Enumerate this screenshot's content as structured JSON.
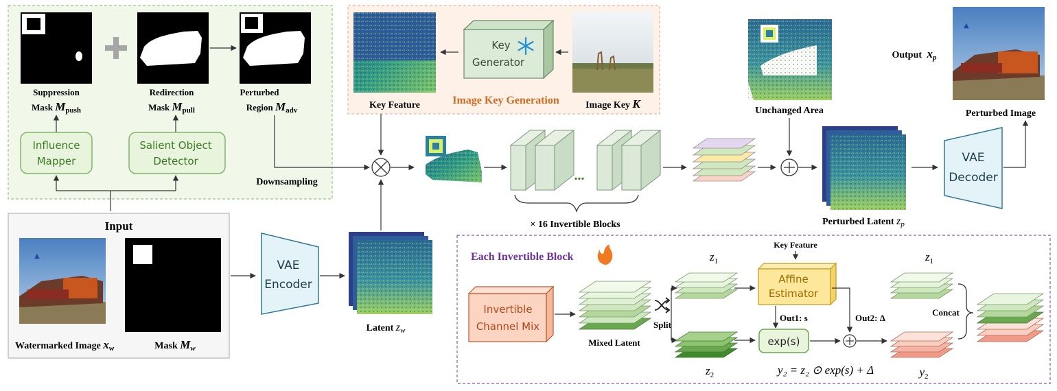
{
  "colors": {
    "green_box_border": "#7fb46a",
    "green_box_fill": "#eef7e6",
    "green_text": "#3b7a25",
    "peach_bg": "#fdf1e8",
    "orange_title": "#d46a1f",
    "purple_border": "#8a5aa8",
    "purple_title": "#7030a0",
    "vae_fill": "#e4f3f8",
    "vae_border": "#2e7a96",
    "affine_fill": "#fde79a",
    "mix_fill": "#fbd5c2",
    "arrow": "#333333",
    "snowflake": "#1f8fd6",
    "flame": "#f07a22"
  },
  "masks": {
    "suppression": {
      "line1": "Suppression",
      "line2_prefix": "Mask",
      "symbol": "M",
      "sub": "push"
    },
    "redirection": {
      "line1": "Redirection",
      "line2_prefix": "Mask",
      "symbol": "M",
      "sub": "pull"
    },
    "perturbed": {
      "line1": "Perturbed",
      "line2_prefix": "Region",
      "symbol": "M",
      "sub": "adv"
    },
    "plus_icon": "plus-icon"
  },
  "influence_mapper": {
    "line1": "Influence",
    "line2": "Mapper"
  },
  "salient_detector": {
    "line1": "Salient Object",
    "line2": "Detector"
  },
  "downsampling": "Downsampling",
  "key_generation": {
    "key_feature": "Key Feature",
    "title": "Image Key Generation",
    "image_key": "Image Key",
    "image_key_symbol": "K",
    "generator_line1": "Key",
    "generator_line2": "Generator",
    "frozen_icon": "snowflake-icon"
  },
  "input": {
    "title": "Input",
    "watermarked": "Watermarked Image",
    "watermarked_symbol": "x",
    "watermarked_sub": "w",
    "mask": "Mask",
    "mask_symbol": "M",
    "mask_sub": "w"
  },
  "vae_encoder": {
    "line1": "VAE",
    "line2": "Encoder"
  },
  "latent": {
    "label": "Latent",
    "symbol": "z",
    "sub": "w"
  },
  "multiply_symbol": "⊗",
  "add_symbol": "⊕",
  "blocks": {
    "dots": "...",
    "label": "× 16 Invertible Blocks"
  },
  "unchanged_area": "Unchanged Area",
  "perturbed_latent": {
    "label": "Perturbed Latent",
    "symbol": "z",
    "sub": "p"
  },
  "vae_decoder": {
    "line1": "VAE",
    "line2": "Decoder"
  },
  "output": {
    "label": "Output",
    "symbol": "x",
    "sub": "p",
    "perturbed_image": "Perturbed Image"
  },
  "invertible_block": {
    "title": "Each Invertible Block",
    "trainable_icon": "flame-icon",
    "mix_line1": "Invertible",
    "mix_line2": "Channel Mix",
    "mixed_latent": "Mixed Latent",
    "split": "Split",
    "shuffle_icon": "shuffle-icon",
    "z1": "z",
    "z1_sub": "1",
    "z2": "z",
    "z2_sub": "2",
    "key_feature": "Key Feature",
    "affine_line1": "Affine",
    "affine_line2": "Estimator",
    "out1": "Out1: s",
    "out2": "Out2: Δ",
    "exp": "exp(s)",
    "concat": "Concat",
    "equation": "y₂ = z₂ ⊙ exp(s) + Δ",
    "y2": "y",
    "y2_sub": "2",
    "z1_out": "z",
    "z1_out_sub": "1"
  }
}
